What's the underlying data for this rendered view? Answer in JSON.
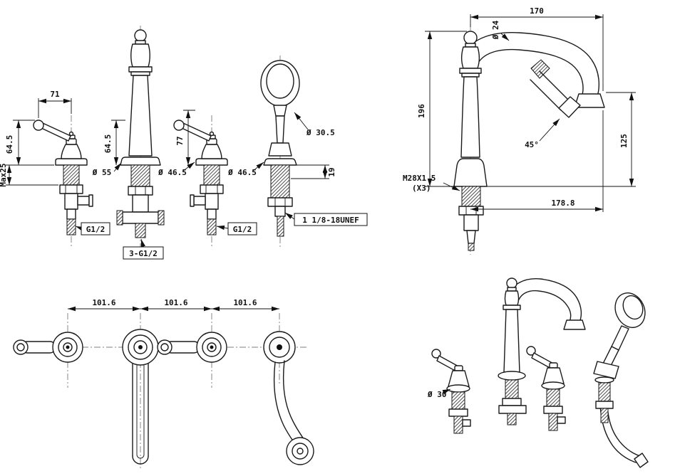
{
  "drawing": {
    "front": {
      "d71": "71",
      "d645_left": "64.5",
      "d645_mid": "64.5",
      "d77": "77",
      "d_max25": "Max25",
      "d_dia55": "Ø 55",
      "d_dia465_a": "Ø 46.5",
      "d_dia465_b": "Ø 46.5",
      "d_dia305": "Ø 30.5",
      "d19": "19",
      "thread_left": "G1/2",
      "thread_center": "3-G1/2",
      "thread_right": "G1/2",
      "thread_shower": "1 1/8-18UNEF"
    },
    "side": {
      "d170": "170",
      "d_dia24": "Ø 24",
      "d196": "196",
      "d125": "125",
      "d45": "45°",
      "thread_m28": "M28X1.5",
      "thread_m28_qty": "(X3)",
      "d1788": "178.8"
    },
    "top": {
      "d1016_a": "101.6",
      "d1016_b": "101.6",
      "d1016_c": "101.6"
    },
    "perspective": {
      "d_dia30": "Ø 30"
    }
  }
}
